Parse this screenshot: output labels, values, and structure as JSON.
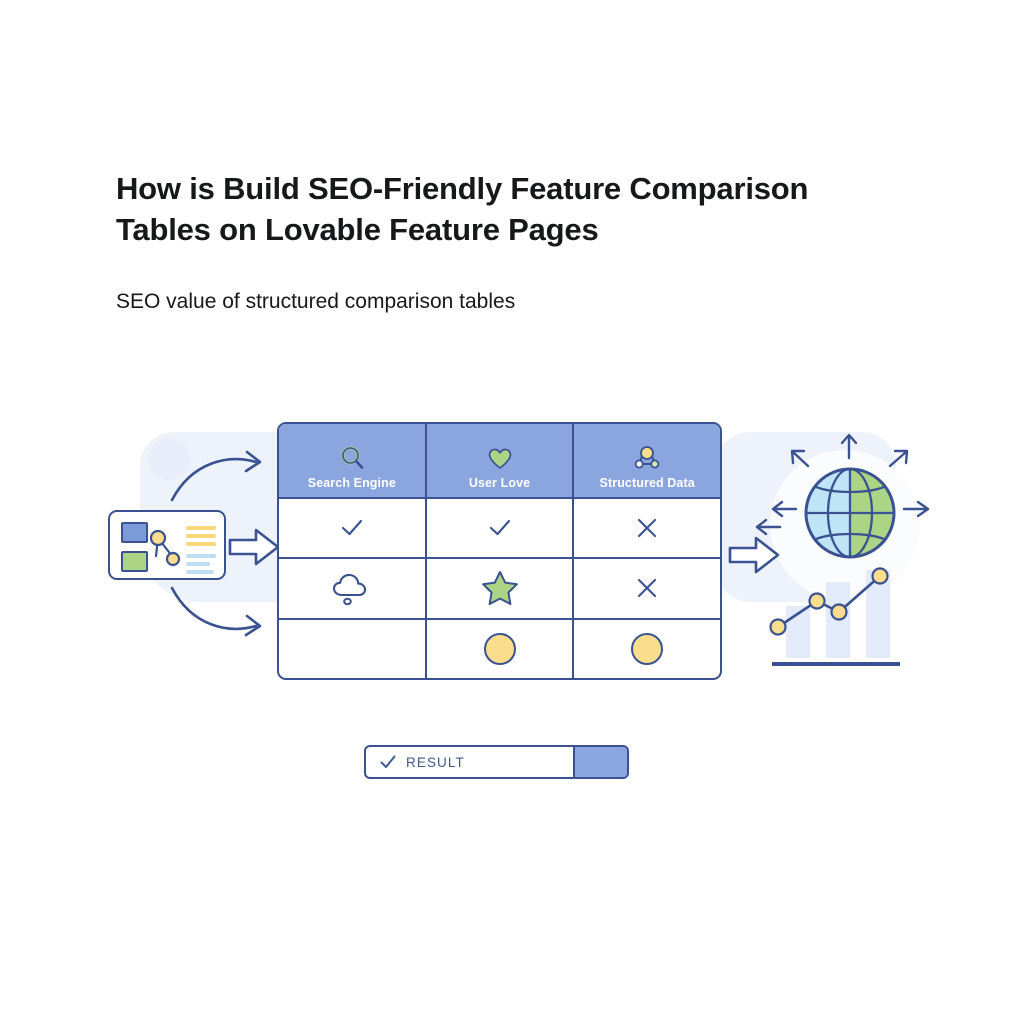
{
  "heading": {
    "title": "How is Build SEO-Friendly Feature Comparison Tables on Lovable Feature Pages",
    "subtitle": "SEO value of structured comparison tables"
  },
  "colors": {
    "header_blue": "#8ba5de",
    "outline_navy": "#3a5291",
    "accent_green": "#abd585",
    "accent_yellow": "#fbdd8e",
    "accent_light_blue": "#bfdcf3",
    "background": "#ffffff"
  },
  "illustration": {
    "source_card": {
      "name": "feature-data-card",
      "blue_block": "blue-rectangle",
      "green_block": "green-rectangle",
      "node_dots": [
        "yellow-node-large",
        "yellow-node-small"
      ],
      "text_lines": [
        "yellow",
        "yellow",
        "yellow",
        "blue",
        "blue",
        "blue"
      ]
    },
    "connectors": {
      "left_curve_top": "curved-arrow-up",
      "left_curve_bottom": "curved-arrow-down",
      "left_block_arrow": "block-arrow-right",
      "right_block_arrow": "block-arrow-right",
      "right_small_arrow": "arrow-left"
    },
    "outcome": {
      "globe": "globe-icon",
      "globe_left_fill": "#bfe4f5",
      "globe_right_fill": "#abd585",
      "radiating_arrows": [
        "up",
        "up-left",
        "up-right",
        "left",
        "right"
      ],
      "trend_chart": {
        "points": 4,
        "dot_color": "#fbdd8e",
        "bars": 3,
        "bar_color": "#e3ebfa",
        "baseline_color": "#3a5291"
      }
    }
  },
  "table": {
    "name": "feature-comparison-table",
    "columns": [
      {
        "label": "Search Engine",
        "icon": "magnifier-icon"
      },
      {
        "label": "User Love",
        "icon": "heart-icon"
      },
      {
        "label": "Structured Data",
        "icon": "node-graph-icon"
      }
    ],
    "rows": [
      {
        "cells": [
          {
            "icon": "check-icon"
          },
          {
            "icon": "check-icon"
          },
          {
            "icon": "cross-icon"
          }
        ]
      },
      {
        "cells": [
          {
            "icon": "cloud-icon"
          },
          {
            "icon": "star-icon"
          },
          {
            "icon": "cross-icon"
          }
        ]
      },
      {
        "cells": [
          {
            "icon": "empty"
          },
          {
            "icon": "circle-icon"
          },
          {
            "icon": "circle-icon"
          }
        ]
      }
    ]
  },
  "result_bar": {
    "name": "result-progress-bar",
    "label": "RESULT",
    "icon": "check-icon",
    "fill_color": "#8ba5de"
  }
}
